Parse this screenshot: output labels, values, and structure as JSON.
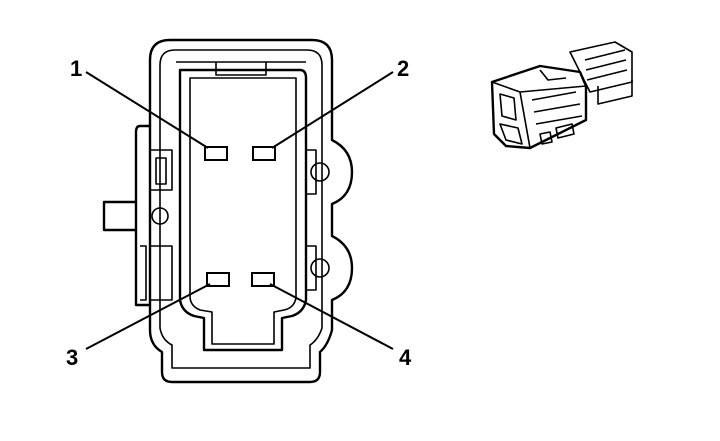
{
  "connector": {
    "pins": [
      {
        "label": "1"
      },
      {
        "label": "2"
      },
      {
        "label": "3"
      },
      {
        "label": "4"
      }
    ]
  },
  "thumbnail": {
    "icon": "connector-3d-icon"
  }
}
